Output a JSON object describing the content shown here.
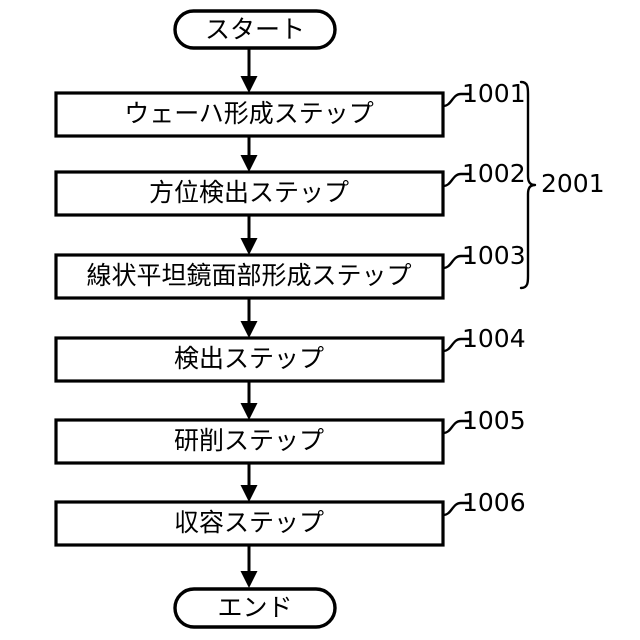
{
  "diagram": {
    "type": "flowchart",
    "orientation": "vertical",
    "background_color": "#ffffff",
    "line_color": "#000000",
    "start": {
      "label": "スタート",
      "shape": "stadium"
    },
    "end": {
      "label": "エンド",
      "shape": "stadium"
    },
    "steps": [
      {
        "label": "ウェーハ形成ステップ",
        "ref": "1001"
      },
      {
        "label": "方位検出ステップ",
        "ref": "1002"
      },
      {
        "label": "線状平坦鏡面部形成ステップ",
        "ref": "1003"
      },
      {
        "label": "検出ステップ",
        "ref": "1004"
      },
      {
        "label": "研削ステップ",
        "ref": "1005"
      },
      {
        "label": "収容ステップ",
        "ref": "1006"
      }
    ],
    "group": {
      "ref": "2001",
      "covers": [
        "1001",
        "1002",
        "1003"
      ]
    }
  }
}
